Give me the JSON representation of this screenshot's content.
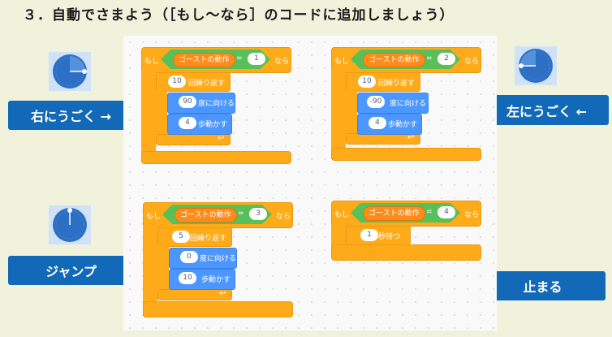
{
  "heading": "３．自動でさまよう（［もし～なら］のコードに追加しましょう）",
  "labels": {
    "right": "右にうごく →",
    "left": "左にうごく ←",
    "jump": "ジャンプ",
    "stop": "止まる"
  },
  "blocks": {
    "if_label": "もし",
    "then_label": "なら",
    "var_name": "ゴーストの動作",
    "eq": "=",
    "repeat_label": "回繰り返す",
    "turn_label": "度に向ける",
    "move_label": "歩動かす",
    "wait_label": "秒待つ",
    "loop_arrow": "↩",
    "script1": {
      "value": "1",
      "repeat": "10",
      "angle": "90",
      "steps": "4"
    },
    "script2": {
      "value": "2",
      "repeat": "10",
      "angle": "-90",
      "steps": "4"
    },
    "script3": {
      "value": "3",
      "repeat": "5",
      "angle": "0",
      "steps": "10"
    },
    "script4": {
      "value": "4",
      "wait": "1"
    }
  },
  "dial_icons": [
    "dial-right-icon",
    "dial-left-icon",
    "dial-up-icon"
  ],
  "colors": {
    "background": "#f0f2dc",
    "label_blue": "#1269b8",
    "control_orange": "#ffab19",
    "operator_green": "#59c059",
    "variable_orange": "#ff8c1a",
    "motion_blue": "#4c97ff"
  }
}
